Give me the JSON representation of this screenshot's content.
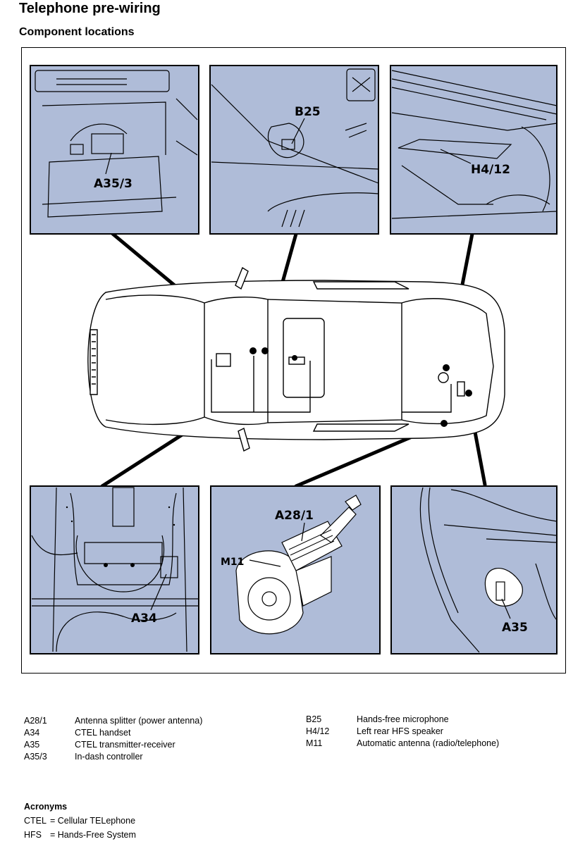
{
  "title": "Telephone pre-wiring",
  "subtitle": "Component locations",
  "callouts": {
    "a35_3": "A35/3",
    "b25": "B25",
    "h4_12": "H4/12",
    "a34": "A34",
    "a28_1": "A28/1",
    "m11": "M11",
    "a35": "A35"
  },
  "legend": {
    "left": [
      {
        "code": "A28/1",
        "desc": "Antenna splitter (power antenna)"
      },
      {
        "code": "A34",
        "desc": "CTEL handset"
      },
      {
        "code": "A35",
        "desc": "CTEL transmitter-receiver"
      },
      {
        "code": "A35/3",
        "desc": "In-dash controller"
      }
    ],
    "right": [
      {
        "code": "B25",
        "desc": "Hands-free microphone"
      },
      {
        "code": "H4/12",
        "desc": "Left rear HFS speaker"
      },
      {
        "code": "M11",
        "desc": "Automatic antenna (radio/telephone)"
      }
    ]
  },
  "acronyms": {
    "title": "Acronyms",
    "items": [
      {
        "abbr": "CTEL",
        "def": "= Cellular TELephone"
      },
      {
        "abbr": "HFS",
        "def": "= Hands-Free System"
      }
    ]
  },
  "colors": {
    "panel_fill": "#afbcd8",
    "line": "#000000"
  }
}
